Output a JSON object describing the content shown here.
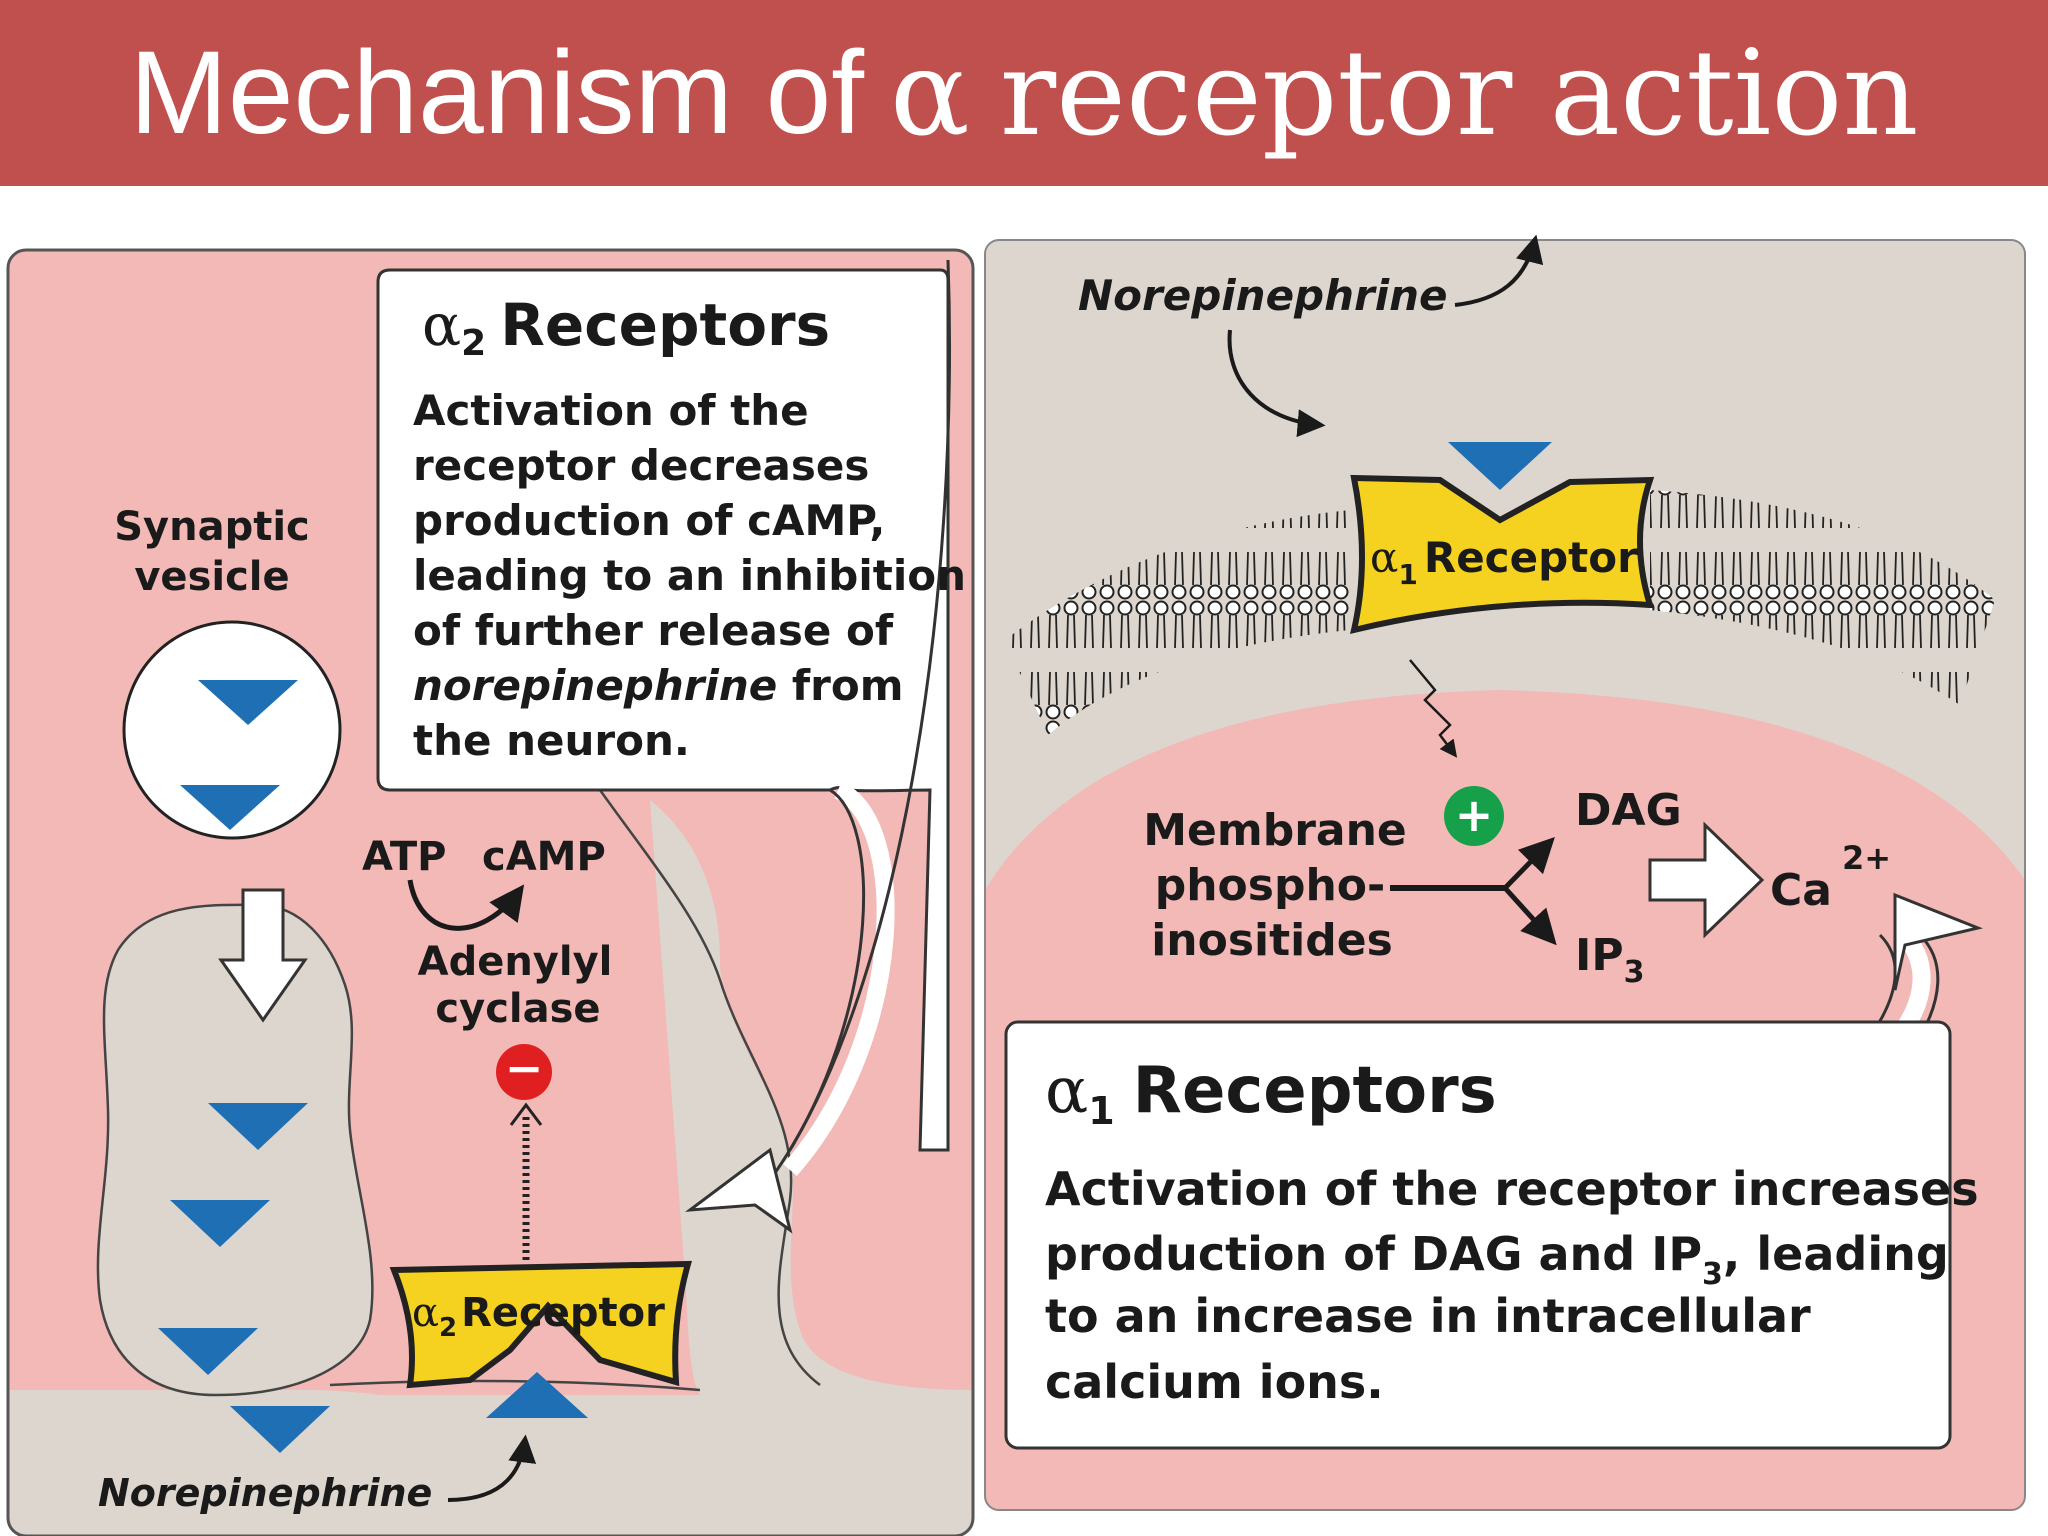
{
  "slide": {
    "title_part1": "Mechanism of",
    "title_alpha": "α",
    "title_part2": "receptor action"
  },
  "left_panel": {
    "synaptic_vesicle_line1": "Synaptic",
    "synaptic_vesicle_line2": "vesicle",
    "atp": "ATP",
    "camp": "cAMP",
    "adenylyl_line1": "Adenylyl",
    "adenylyl_line2": "cyclase",
    "inhibit_sign": "−",
    "receptor_alpha": "α",
    "receptor_sub": "2",
    "receptor_label": "Receptor",
    "norepinephrine": "Norepinephrine",
    "callout": {
      "heading_alpha": "α",
      "heading_sub": "2",
      "heading_text": "Receptors",
      "lines": [
        "Activation of the",
        "receptor decreases",
        "production of cAMP,",
        "leading to an inhibition",
        "of further release of"
      ],
      "line6_italic": "norepinephrine",
      "line6_rest": " from",
      "line7": "the neuron."
    }
  },
  "right_panel": {
    "norepinephrine": "Norepinephrine",
    "receptor_alpha": "α",
    "receptor_sub": "1",
    "receptor_label": "Receptor",
    "activate_sign": "+",
    "membrane_line1": "Membrane",
    "membrane_line2": "phospho-",
    "membrane_line3": "inositides",
    "dag": "DAG",
    "ip": "IP",
    "ip_sub": "3",
    "ca": "Ca",
    "ca_sup": "2+",
    "callout": {
      "heading_alpha": "α",
      "heading_sub": "1",
      "heading_text": "Receptors",
      "line1": "Activation of the receptor increases",
      "line2_a": "production of DAG and IP",
      "line2_sub": "3",
      "line2_b": ", leading",
      "line3": "to an increase in intracellular",
      "line4": "calcium ions."
    }
  },
  "colors": {
    "title_bar": "#c0504d",
    "pink": "#f2b9b6",
    "gray": "#ddd6ce",
    "receptor_yellow": "#f4d21f",
    "ligand_blue": "#1f6fb5",
    "inhibit_red": "#e02020",
    "activate_green": "#17a04a"
  }
}
